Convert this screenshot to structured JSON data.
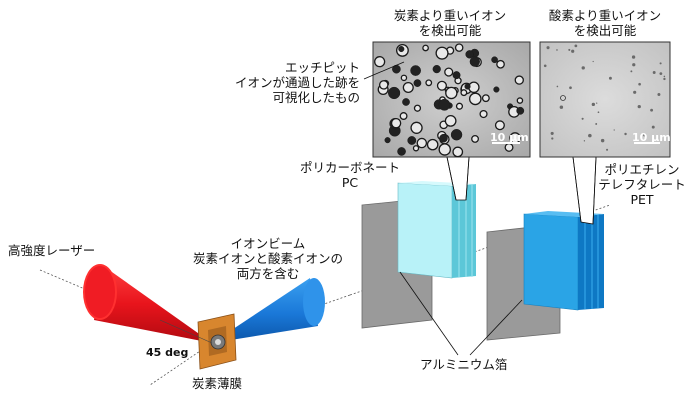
{
  "labels": {
    "carbon_heavy_line1": "炭素より重いイオン",
    "carbon_heavy_line2": "を検出可能",
    "oxygen_heavy_line1": "酸素より重いイオン",
    "oxygen_heavy_line2": "を検出可能",
    "etch_pit_line1": "エッチピット",
    "etch_pit_line2": "イオンが通過した跡を",
    "etch_pit_line3": "可視化したもの",
    "pc_line1": "ポリカーボネート",
    "pc_line2": "PC",
    "pet_line1": "ポリエチレン",
    "pet_line2": "テレフタレート",
    "pet_line3": "PET",
    "laser": "高強度レーザー",
    "ion_beam_line1": "イオンビーム",
    "ion_beam_line2": "炭素イオンと酸素イオンの",
    "ion_beam_line3": "両方を含む",
    "angle": "45 deg",
    "foil": "アルミニウム箔",
    "film": "炭素薄膜",
    "scale_pc": "10 μm",
    "scale_pet": "10 μm"
  },
  "colors": {
    "laser_red": "#e8141c",
    "ion_blue": "#1a78d8",
    "target_orange": "#d8862e",
    "foil_gray": "#9a9a9a",
    "pc_cyan": "#8ee8f4",
    "pet_blue": "#1e9be0"
  }
}
